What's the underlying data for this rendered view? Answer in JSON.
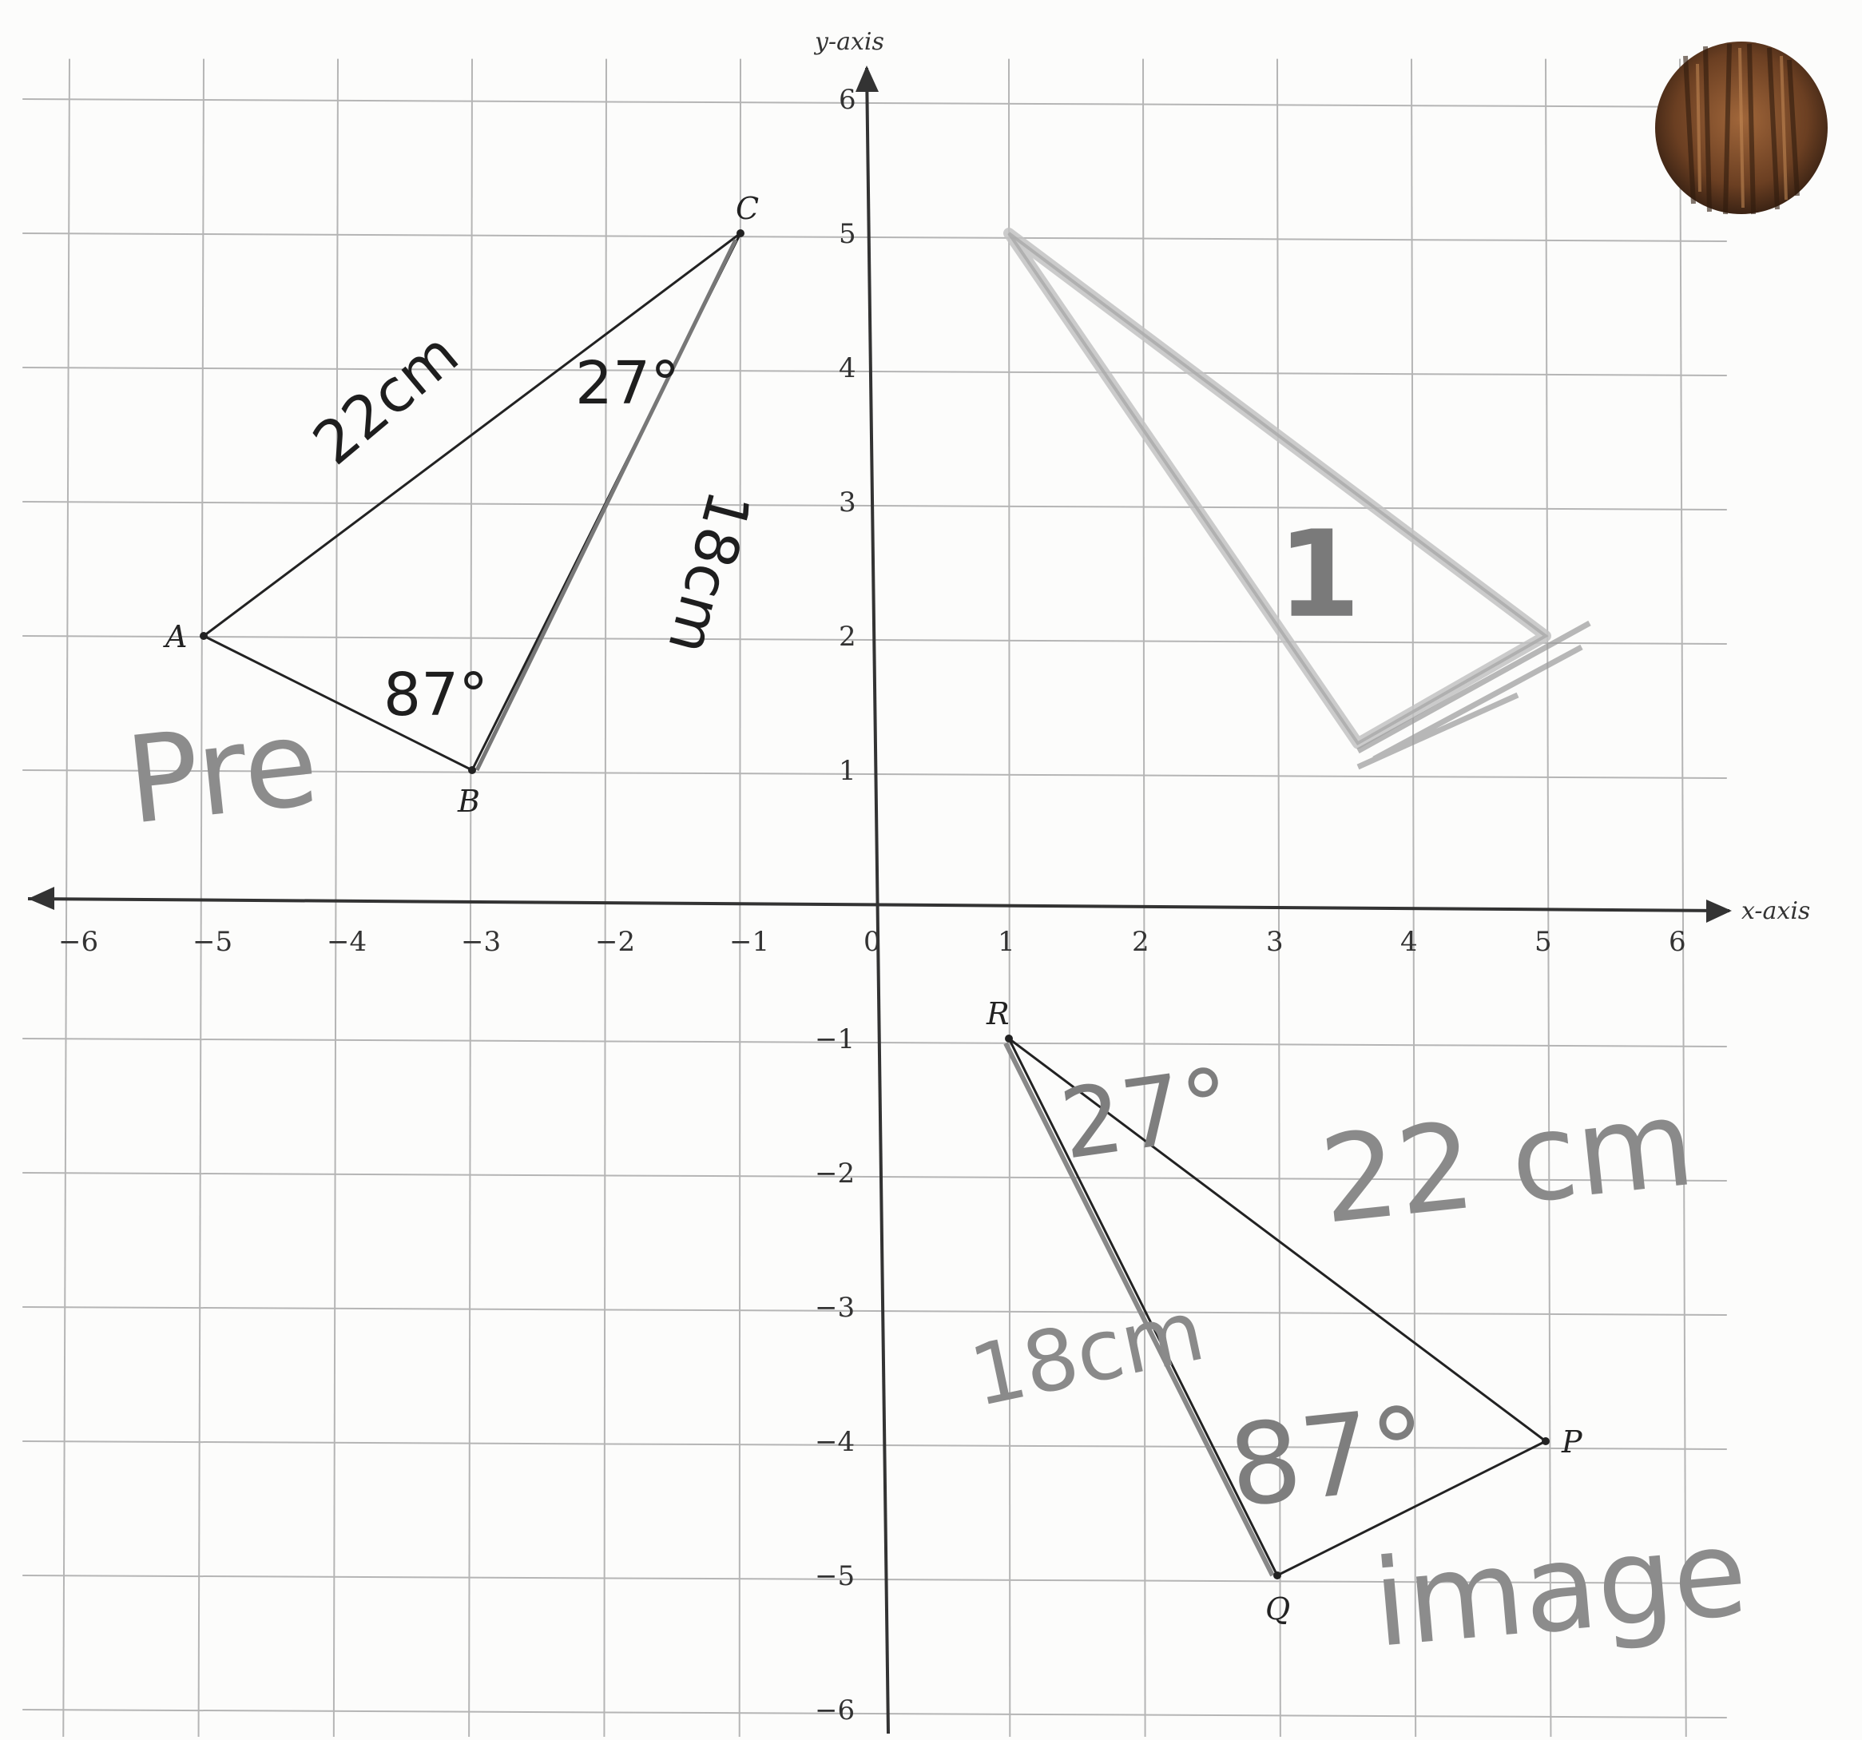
{
  "axes": {
    "x_label": "x-axis",
    "y_label": "y-axis",
    "x_ticks": [
      "−6",
      "−5",
      "−4",
      "−3",
      "−2",
      "−1",
      "0",
      "1",
      "2",
      "3",
      "4",
      "5",
      "6"
    ],
    "y_ticks": [
      "6",
      "5",
      "4",
      "3",
      "2",
      "1",
      "−1",
      "−2",
      "−3",
      "−4",
      "−5",
      "−6"
    ]
  },
  "preimage": {
    "vertices": [
      {
        "name": "A",
        "x": -5,
        "y": 2
      },
      {
        "name": "B",
        "x": -3,
        "y": 1
      },
      {
        "name": "C",
        "x": -1,
        "y": 5
      }
    ],
    "annotations": {
      "side_ac": "22cm",
      "side_bc": "18cm",
      "angle_c": "27°",
      "angle_b": "87°",
      "tag": "Pre"
    }
  },
  "image": {
    "vertices": [
      {
        "name": "P",
        "x": 5,
        "y": -4
      },
      {
        "name": "Q",
        "x": 3,
        "y": -5
      },
      {
        "name": "R",
        "x": 1,
        "y": -1
      }
    ],
    "annotations": {
      "side_rp": "22 cm",
      "side_rq": "18cm",
      "angle_r": "27°",
      "angle_q": "87°",
      "tag": "image"
    }
  },
  "sketch": {
    "points": [
      {
        "x": 1,
        "y": 5
      },
      {
        "x": 5,
        "y": 2
      },
      {
        "x": 3.6,
        "y": 1.2
      }
    ],
    "label": "1"
  },
  "colors": {
    "grid": "#b5b5b5",
    "axis": "#333333",
    "ink": "#1e1e1e",
    "pencil": "#8a8a8a",
    "sketch": "#bdbdbd",
    "sticker_dark": "#3b2314",
    "sticker_light": "#a0663a"
  },
  "sticker_icon": "wood-sticker-icon"
}
